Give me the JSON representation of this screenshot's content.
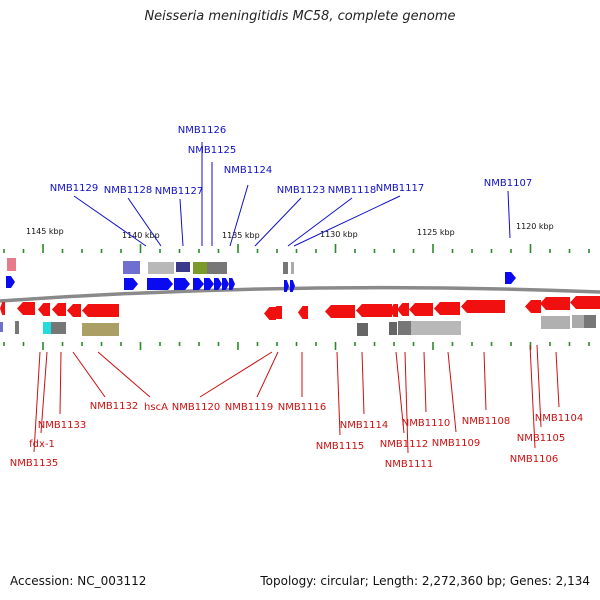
{
  "title": "Neisseria meningitidis MC58, complete genome",
  "footer": {
    "accession": "Accession: NC_003112",
    "summary": "Topology: circular; Length: 2,272,360 bp; Genes: 2,134"
  },
  "colors": {
    "forward_gene": "#0a0af0",
    "reverse_gene": "#f01010",
    "top_label": "#1010c8",
    "bottom_label": "#cc1010",
    "tick": "#2a8a2a",
    "backbone": "#888888"
  },
  "scale": {
    "unit": "kbp",
    "labels": [
      "1145 kbp",
      "1140 kbp",
      "1135 kbp",
      "1130 kbp",
      "1125 kbp",
      "1120 kbp"
    ]
  },
  "top_labels": [
    "NMB1126",
    "NMB1125",
    "NMB1124",
    "NMB1129",
    "NMB1128",
    "NMB1127",
    "NMB1123",
    "NMB1118",
    "NMB1117",
    "NMB1107"
  ],
  "bottom_labels": [
    "NMB1132",
    "hscA",
    "NMB1120",
    "NMB1119",
    "NMB1116",
    "NMB1133",
    "fdx-1",
    "NMB1135",
    "NMB1114",
    "NMB1115",
    "NMB1110",
    "NMB1112",
    "NMB1111",
    "NMB1109",
    "NMB1108",
    "NMB1104",
    "NMB1105",
    "NMB1106"
  ]
}
